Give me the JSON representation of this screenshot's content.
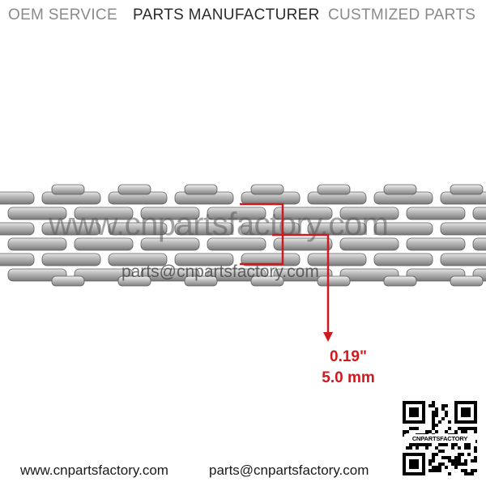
{
  "header": {
    "oem": "OEM SERVICE",
    "parts": "PARTS MANUFACTURER",
    "custom": "CUSTMIZED PARTS"
  },
  "watermark": {
    "big": "www.cnpartsfactory.com",
    "small": "parts@cnpartsfactory.com"
  },
  "measurement": {
    "inches": "0.19\"",
    "mm": "5.0 mm",
    "color": "#d0191f"
  },
  "footer": {
    "website": "www.cnpartsfactory.com",
    "email": "parts@cnpartsfactory.com"
  },
  "qr": {
    "label": "CNPARTSFACTORY",
    "icon": "qr-code-icon"
  }
}
